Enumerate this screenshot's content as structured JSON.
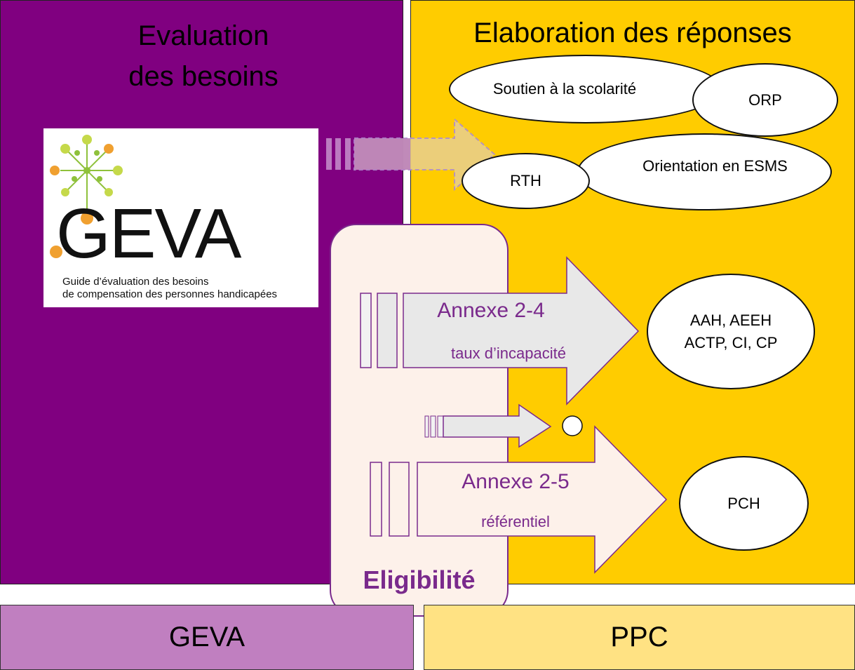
{
  "header": {
    "left_title_line1": "Evaluation",
    "left_title_line2": "des besoins",
    "right_title": "Elaboration des réponses"
  },
  "logo": {
    "word": "GEVA",
    "subtitle_line1": "Guide d’évaluation des besoins",
    "subtitle_line2": "de compensation des personnes handicapées"
  },
  "responses": {
    "scolarite": "Soutien à la scolarité",
    "orp": "ORP",
    "rth": "RTH",
    "esms": "Orientation en ESMS",
    "aah_line1": "AAH, AEEH",
    "aah_line2": "ACTP, CI, CP",
    "pch": "PCH"
  },
  "arrows": {
    "annexe24_title": "Annexe 2-4",
    "annexe24_sub": "taux d’incapacité",
    "annexe25_title": "Annexe 2-5",
    "annexe25_sub": "référentiel"
  },
  "eligibility_label": "Eligibilité",
  "footer": {
    "left": "GEVA",
    "right": "PPC"
  },
  "colors": {
    "purple_panel": "#800080",
    "yellow_panel": "#ffcc00",
    "footer_purple": "#c07fc0",
    "footer_yellow": "#ffe283",
    "accent_purple": "#7a2a8c"
  }
}
